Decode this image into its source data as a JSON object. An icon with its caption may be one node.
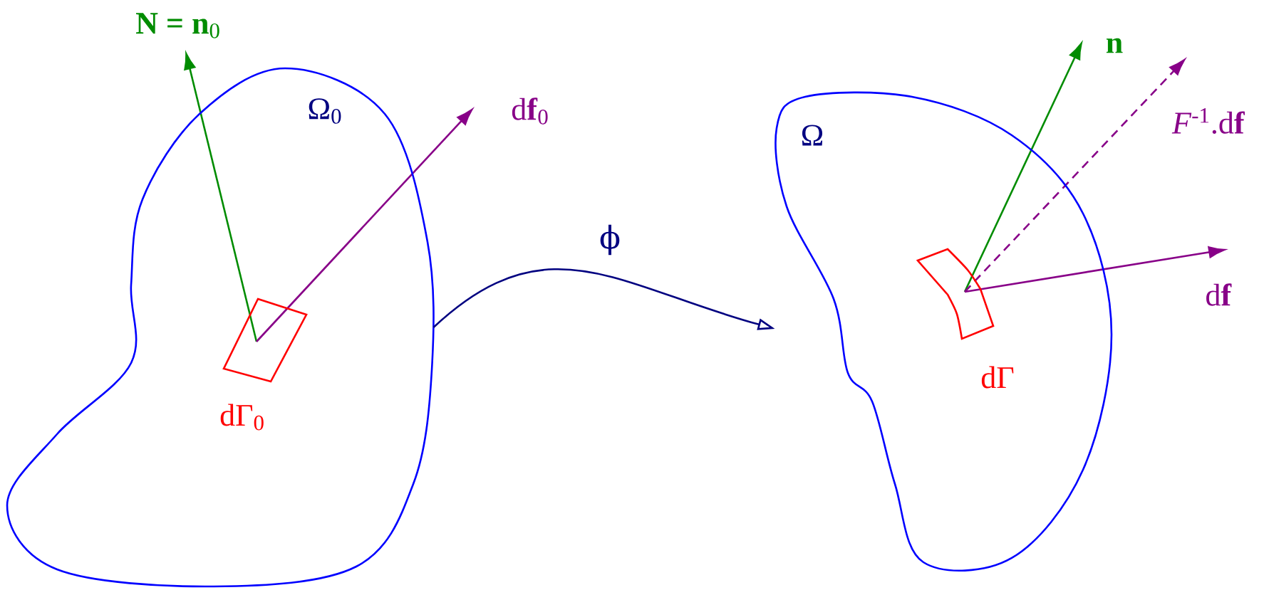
{
  "diagram": {
    "nodes": [
      {
        "text": [
          "Ω$_{0}$"
        ]
      },
      {
        "text": [
          "dΓ$_{0}$"
        ],
        "in": 0
      },
      {
        "text": [
          "Ω"
        ]
      },
      {
        "text": [
          "dΓ"
        ],
        "in": 2
      }
    ],
    "edges": [
      {
        "from": 0,
        "to": 2,
        "arrow": "to",
        "label": "ϕ"
      }
    ],
    "labels": [
      "**N = n**$_{0}$",
      "d**f**$_{0}$",
      "**n**",
      "*F*$^{-1}$.d**f**",
      "d**f**"
    ]
  }
}
